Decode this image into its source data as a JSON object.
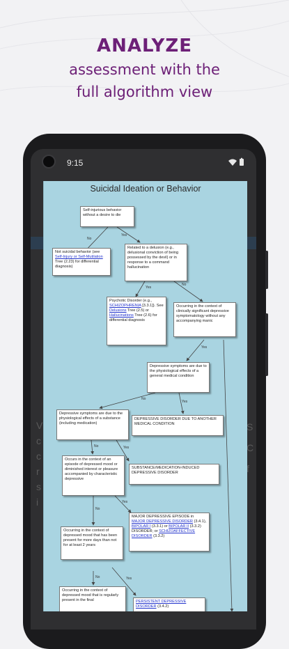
{
  "headline": {
    "title": "ANALYZE",
    "subtitle_line1": "assessment with the",
    "subtitle_line2": "full algorithm view"
  },
  "status_bar": {
    "time": "9:15",
    "icons": [
      "wifi-icon",
      "battery-icon"
    ]
  },
  "algorithm": {
    "title": "Suicidal Ideation or Behavior",
    "nodes": {
      "self_injurious": "Self-injurious behavior without a desire to die",
      "not_suicidal_pre": "Not suicidal behavior (see ",
      "not_suicidal_link": "Self-Injury or Self-Mutilation",
      "not_suicidal_post": " Tree (2.23) for differential diagnosis)",
      "delusion": "Related to a delusion (e.g., delusional conviction of being possessed by the devil) or in response to a command hallucination",
      "psychotic_pre": "Psychotic Disorder (e.g., ",
      "psychotic_link1": "SCHIZOPHRENIA",
      "psychotic_mid1": " [3.3.1]). See ",
      "psychotic_link2": "Delusions",
      "psychotic_mid2": " Tree (2.5) or ",
      "psychotic_link3": "Hallucinations",
      "psychotic_post": " Tree (2.6) for differential diagnosis",
      "clinically_significant": "Occurring in the context of clinically significant depressive symptomatology without any accompanying manic",
      "physiological_medical": "Depressive symptoms are due to the physiological effects of a general medical condition",
      "substance_effects": "Depressive symptoms are due to the physiological effects of a substance (including medication)",
      "due_to_medical": "DEPRESSIVE DISORDER DUE TO ANOTHER MEDICAL CONDITION",
      "substance_induced": "SUBSTANCE/MEDICATION-INDUCED DEPRESSIVE DISORDER",
      "episode_context": "Occurs in the context of an episode of depressed mood or diminished interest or pleasure accompanied by characteristic depressive",
      "mde_pre": "MAJOR DEPRESSIVE EPISODE in ",
      "mde_link1": "MAJOR DEPRESSIVE DISORDER",
      "mde_mid1": " (3.4.1), ",
      "mde_link2": "BIPOLAR I",
      "mde_mid2": " (3.3.1) or ",
      "mde_link3": "BIPOLAR II",
      "mde_mid3": " (3.3.2) DISORDER; or ",
      "mde_link4": "SCHIZOAFFECTIVE DISORDER",
      "mde_post": " (3.3.2)",
      "two_years": "Occurring in the context of depressed mood that has been present for more days than not for at least 2 years",
      "regularly_present": "Occurring in the context of depressed mood that is regularly present in the final",
      "pdd_link": "PERSISTENT DEPRESSIVE DISORDER",
      "pdd_post": " (3.4.2)"
    },
    "edge_labels": {
      "yes": "Yes",
      "no": "No"
    }
  },
  "behind_panel": {
    "left_letters": "V c c r s i",
    "right_letters": "S C f"
  },
  "colors": {
    "headline": "#6d2077",
    "sheet_background": "#a9d4e1",
    "link": "#2233cc"
  }
}
